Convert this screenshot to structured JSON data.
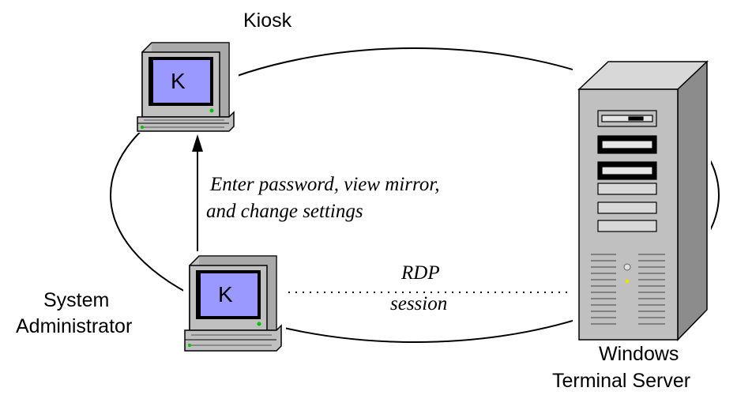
{
  "nodes": {
    "kiosk": {
      "label": "Kiosk",
      "screen_letter": "K"
    },
    "admin": {
      "label_line1": "System",
      "label_line2": "Administrator",
      "screen_letter": "K"
    },
    "server": {
      "label_line1": "Windows",
      "label_line2": "Terminal Server"
    }
  },
  "edges": {
    "admin_to_kiosk": {
      "label_line1": "Enter password, view mirror,",
      "label_line2": "and change settings"
    },
    "rdp": {
      "label_line1": "RDP",
      "label_line2": "session"
    }
  },
  "colors": {
    "screen": "#9999ff",
    "case": "#c0c0c0",
    "case_shadow": "#7f7f7f",
    "led": "#00c000",
    "line": "#000000"
  }
}
